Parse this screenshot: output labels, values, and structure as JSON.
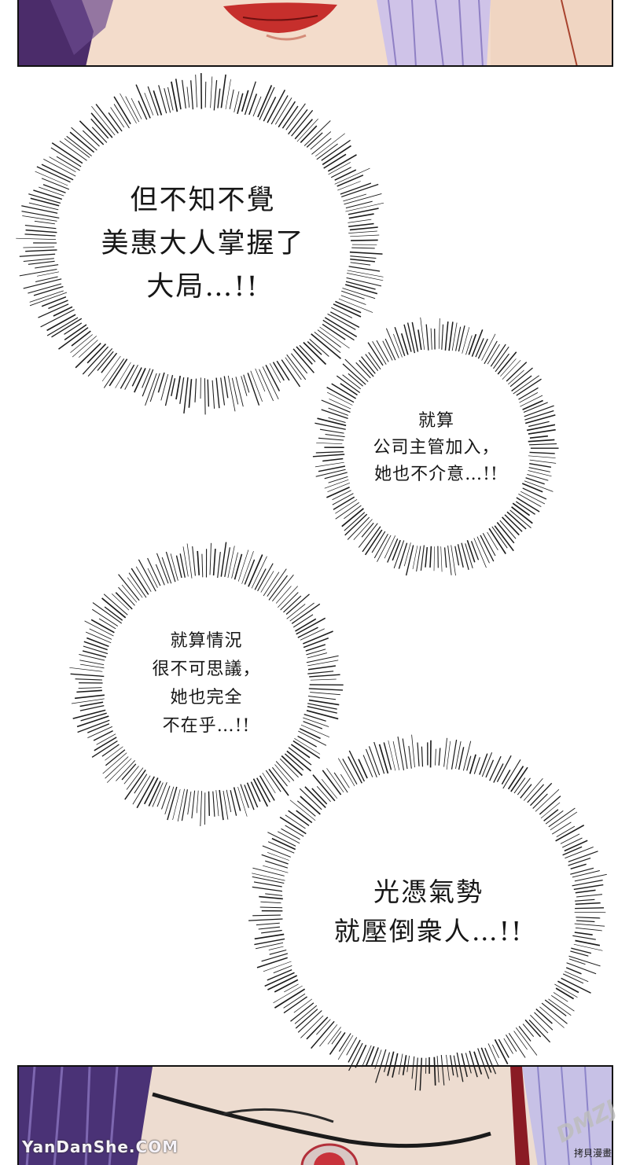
{
  "bubbles": {
    "b1": [
      "但不知不覺",
      "美惠大人掌握了",
      "大局…!!"
    ],
    "b2": [
      "就算",
      "公司主管加入，",
      "她也不介意…!!"
    ],
    "b3": [
      "就算情況",
      "很不可思議，",
      "她也完全",
      "不在乎…!!"
    ],
    "b4": [
      "光憑氣勢",
      "就壓倒衆人…!!"
    ]
  },
  "watermarks": {
    "left": "YanDanShe.COM",
    "right": "拷貝漫畫",
    "logo": "DMZJ"
  },
  "colors": {
    "lips": "#c8322e",
    "skin": "#f1d7c3",
    "hair": "#4a2f6e",
    "hair_light": "#c9bfe6"
  }
}
